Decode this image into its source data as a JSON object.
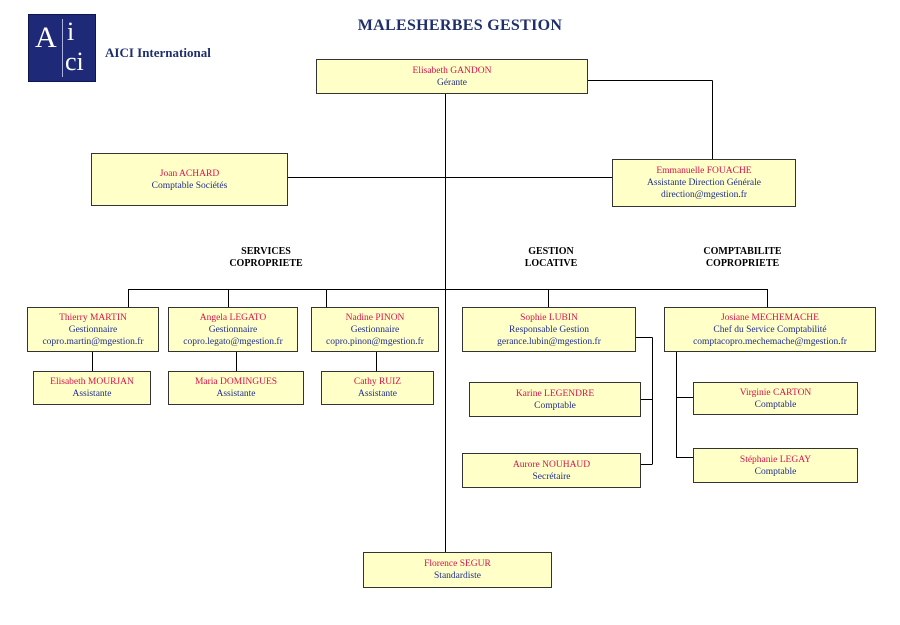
{
  "header": {
    "title": "MALESHERBES  GESTION",
    "company": "AICI International",
    "logo_text": {
      "a": "A",
      "i": "i",
      "ci": "ci"
    }
  },
  "colors": {
    "box_fill": "#ffffc8",
    "name": "#d8124e",
    "role": "#1f2f8b",
    "title": "#1f2f6b",
    "logo": "#1e2a78"
  },
  "sections": {
    "services": [
      "SERVICES",
      "COPROPRIETE"
    ],
    "gestion": [
      "GESTION",
      "LOCATIVE"
    ],
    "comptabilite": [
      "COMPTABILITE",
      "COPROPRIETE"
    ]
  },
  "people": {
    "gandon": {
      "name": "Elisabeth  GANDON",
      "role": "Gérante"
    },
    "achard": {
      "name": "Joan ACHARD",
      "role": "Comptable Sociétés"
    },
    "fouache": {
      "name": "Emmanuelle  FOUACHE",
      "role": "Assistante Direction Générale",
      "email": "direction@mgestion.fr"
    },
    "martin": {
      "name": "Thierry MARTIN",
      "role": "Gestionnaire",
      "email": "copro.martin@mgestion.fr"
    },
    "legato": {
      "name": "Angela LEGATO",
      "role": "Gestionnaire",
      "email": "copro.legato@mgestion.fr"
    },
    "pinon": {
      "name": "Nadine PINON",
      "role": "Gestionnaire",
      "email": "copro.pinon@mgestion.fr"
    },
    "mourjan": {
      "name": "Elisabeth  MOURJAN",
      "role": "Assistante"
    },
    "domingues": {
      "name": "Maria DOMINGUES",
      "role": "Assistante"
    },
    "ruiz": {
      "name": "Cathy RUIZ",
      "role": "Assistante"
    },
    "lubin": {
      "name": "Sophie  LUBIN",
      "role": "Responsable Gestion",
      "email": "gerance.lubin@mgestion.fr"
    },
    "legendre": {
      "name": "Karine LEGENDRE",
      "role": "Comptable"
    },
    "nouhaud": {
      "name": "Aurore NOUHAUD",
      "role": "Secrétaire"
    },
    "mechemache": {
      "name": "Josiane MECHEMACHE",
      "role": "Chef du Service Comptabilité",
      "email": "comptacopro.mechemache@mgestion.fr"
    },
    "carton": {
      "name": "Virginie  CARTON",
      "role": "Comptable"
    },
    "legay": {
      "name": "Stéphanie LEGAY",
      "role": "Comptable"
    },
    "segur": {
      "name": "Florence SEGUR",
      "role": "Standardiste"
    }
  }
}
